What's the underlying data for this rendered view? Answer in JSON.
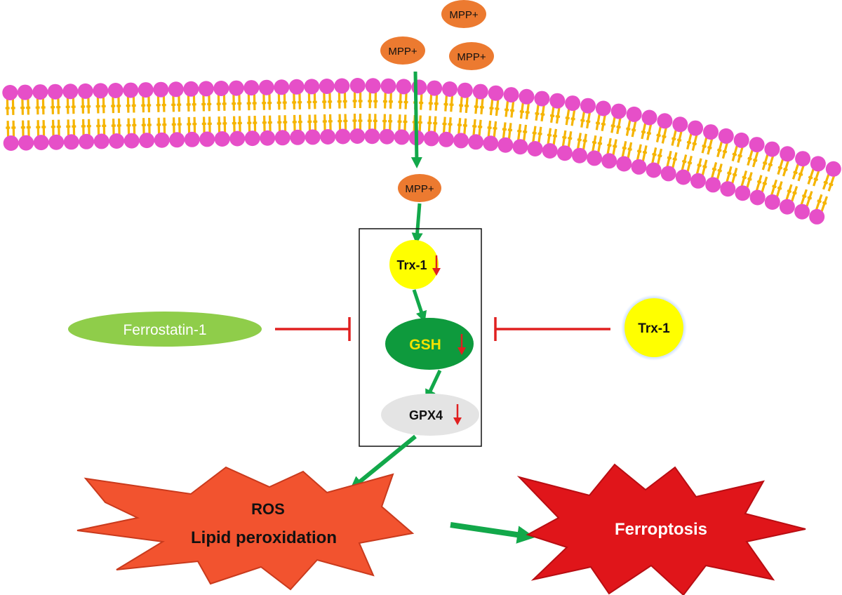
{
  "outside_molecules": [
    {
      "label": "MPP+"
    },
    {
      "label": "MPP+"
    },
    {
      "label": "MPP+"
    }
  ],
  "inside_molecule": {
    "label": "MPP+"
  },
  "pathway": {
    "trx1": {
      "label": "Trx-1"
    },
    "gsh": {
      "label": "GSH"
    },
    "gpx4": {
      "label": "GPX4"
    }
  },
  "inhibitors": {
    "left": {
      "label": "Ferrostatin-1"
    },
    "right": {
      "label": "Trx-1"
    }
  },
  "outcomes": {
    "ros": {
      "line1": "ROS",
      "line2": "Lipid peroxidation"
    },
    "ferroptosis": {
      "label": "Ferroptosis"
    }
  },
  "colors": {
    "membrane_head": "#e64fc8",
    "membrane_tail": "#f5b400",
    "mpp": "#ec7a30",
    "arrow_green": "#12a84a",
    "inhibit_red": "#e02020",
    "trx1": "#ffff00",
    "gsh": "#0e9a3d",
    "gsh_text": "#f2e200",
    "gpx4": "#e4e4e4",
    "ferrostatin": "#8fcd4a",
    "ros_burst": "#f2532f",
    "ferroptosis_burst": "#e0151a"
  }
}
